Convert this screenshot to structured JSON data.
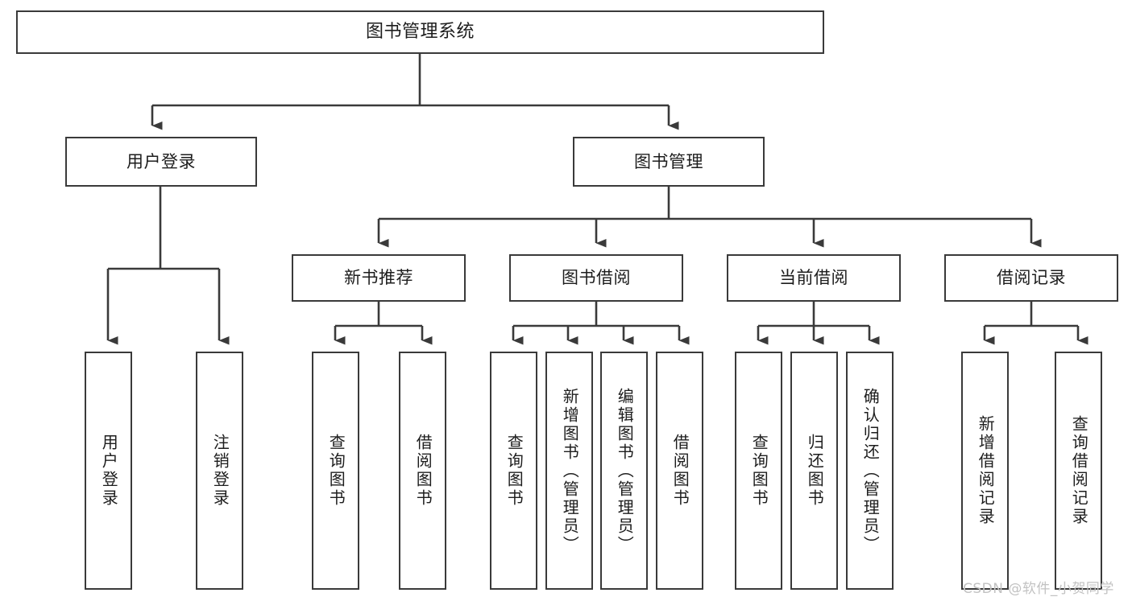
{
  "diagram": {
    "title": "图书管理系统",
    "watermark": "CSDN @软件_小贺同学",
    "colors": {
      "box_border": "#3a3a3a",
      "box_fill": "#ffffff",
      "edge": "#3a3a3a",
      "text": "#1d1d1d",
      "watermark": "#c2c2c2",
      "background": "#ffffff"
    },
    "root": {
      "label": "图书管理系统"
    },
    "level1": [
      {
        "id": "user-login",
        "label": "用户登录"
      },
      {
        "id": "book-manage",
        "label": "图书管理"
      }
    ],
    "level2": [
      {
        "id": "new-book-recommend",
        "label": "新书推荐",
        "parent": "book-manage"
      },
      {
        "id": "book-borrow",
        "label": "图书借阅",
        "parent": "book-manage"
      },
      {
        "id": "current-borrow",
        "label": "当前借阅",
        "parent": "book-manage"
      },
      {
        "id": "borrow-record",
        "label": "借阅记录",
        "parent": "book-manage"
      }
    ],
    "leaves": [
      {
        "id": "leaf-user-login",
        "label": "用户登录",
        "parent": "user-login"
      },
      {
        "id": "leaf-logout-login",
        "label": "注销登录",
        "parent": "user-login"
      },
      {
        "id": "leaf-query-book-1",
        "label": "查询图书",
        "parent": "new-book-recommend"
      },
      {
        "id": "leaf-borrow-book-1",
        "label": "借阅图书",
        "parent": "new-book-recommend"
      },
      {
        "id": "leaf-query-book-2",
        "label": "查询图书",
        "parent": "book-borrow"
      },
      {
        "id": "leaf-add-book",
        "label": "新增图书（管理员）",
        "parent": "book-borrow"
      },
      {
        "id": "leaf-edit-book",
        "label": "编辑图书（管理员）",
        "parent": "book-borrow"
      },
      {
        "id": "leaf-borrow-book-2",
        "label": "借阅图书",
        "parent": "book-borrow"
      },
      {
        "id": "leaf-query-book-3",
        "label": "查询图书",
        "parent": "current-borrow"
      },
      {
        "id": "leaf-return-book",
        "label": "归还图书",
        "parent": "current-borrow"
      },
      {
        "id": "leaf-confirm-return",
        "label": "确认归还（管理员）",
        "parent": "current-borrow"
      },
      {
        "id": "leaf-add-record",
        "label": "新增借阅记录",
        "parent": "borrow-record"
      },
      {
        "id": "leaf-query-record",
        "label": "查询借阅记录",
        "parent": "borrow-record"
      }
    ]
  }
}
